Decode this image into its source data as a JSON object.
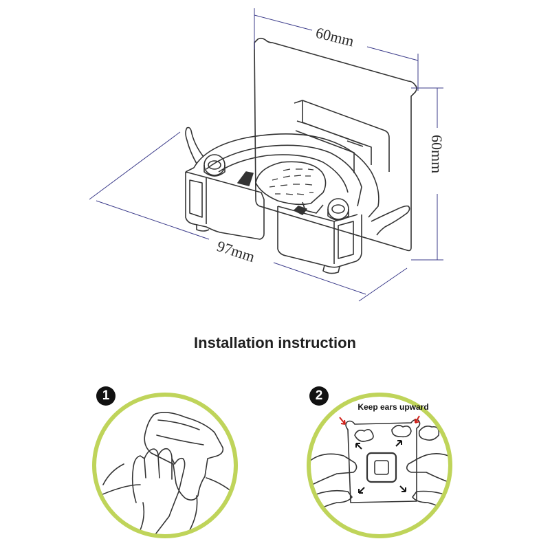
{
  "dimensions": {
    "top_width": "60mm",
    "side_height": "60mm",
    "depth": "97mm"
  },
  "title": "Installation instruction",
  "steps": [
    {
      "number": "1",
      "caption": ""
    },
    {
      "number": "2",
      "caption": "Keep ears upward"
    }
  ],
  "colors": {
    "dimension_line": "#3b3b8a",
    "circle_ring": "#bfd45a",
    "arrow_red": "#d0221b"
  }
}
